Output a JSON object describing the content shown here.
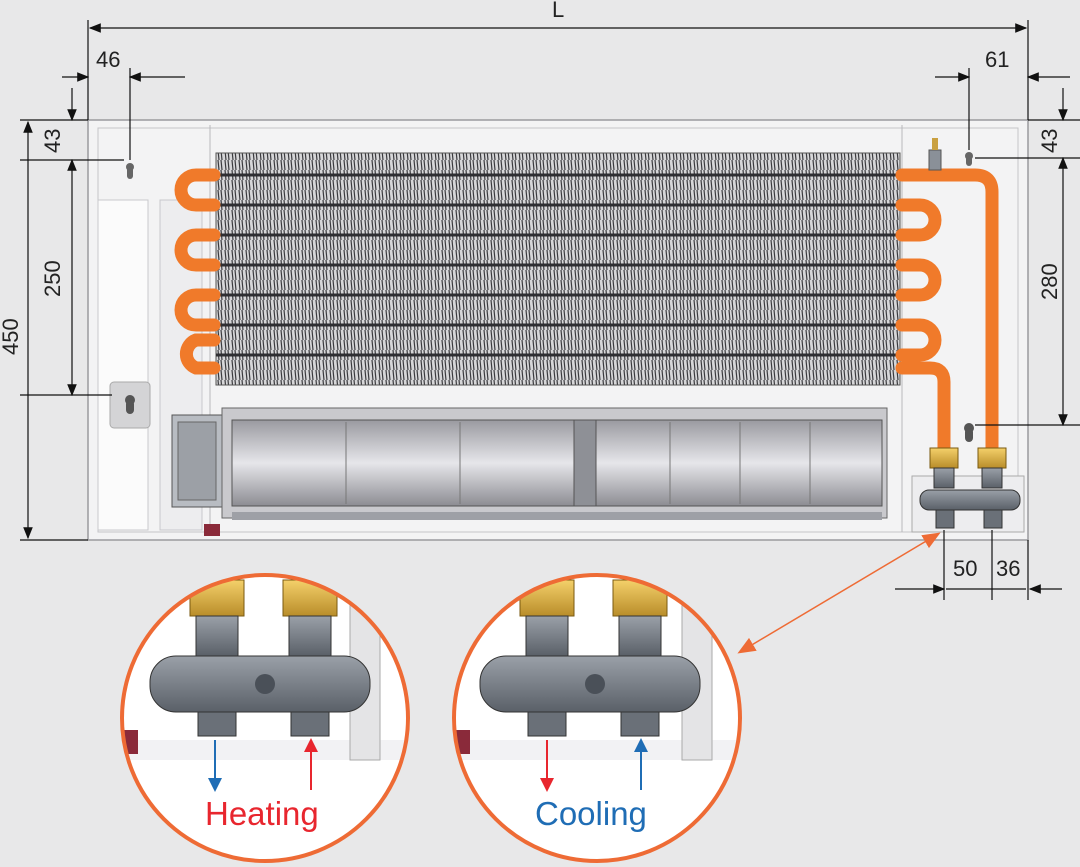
{
  "dimensions": {
    "overall_length": "L",
    "left_offset": "46",
    "right_offset": "61",
    "top_left": "43",
    "top_right": "43",
    "height_total": "450",
    "height_left_mount": "250",
    "height_right_mount": "280",
    "bottom_pitch": "50",
    "bottom_edge": "36"
  },
  "labels": {
    "heating": "Heating",
    "cooling": "Cooling"
  },
  "colors": {
    "pipe": "#f07a2a",
    "heating": "#e8262e",
    "cooling": "#1f6db5",
    "callout": "#ee6b35"
  }
}
